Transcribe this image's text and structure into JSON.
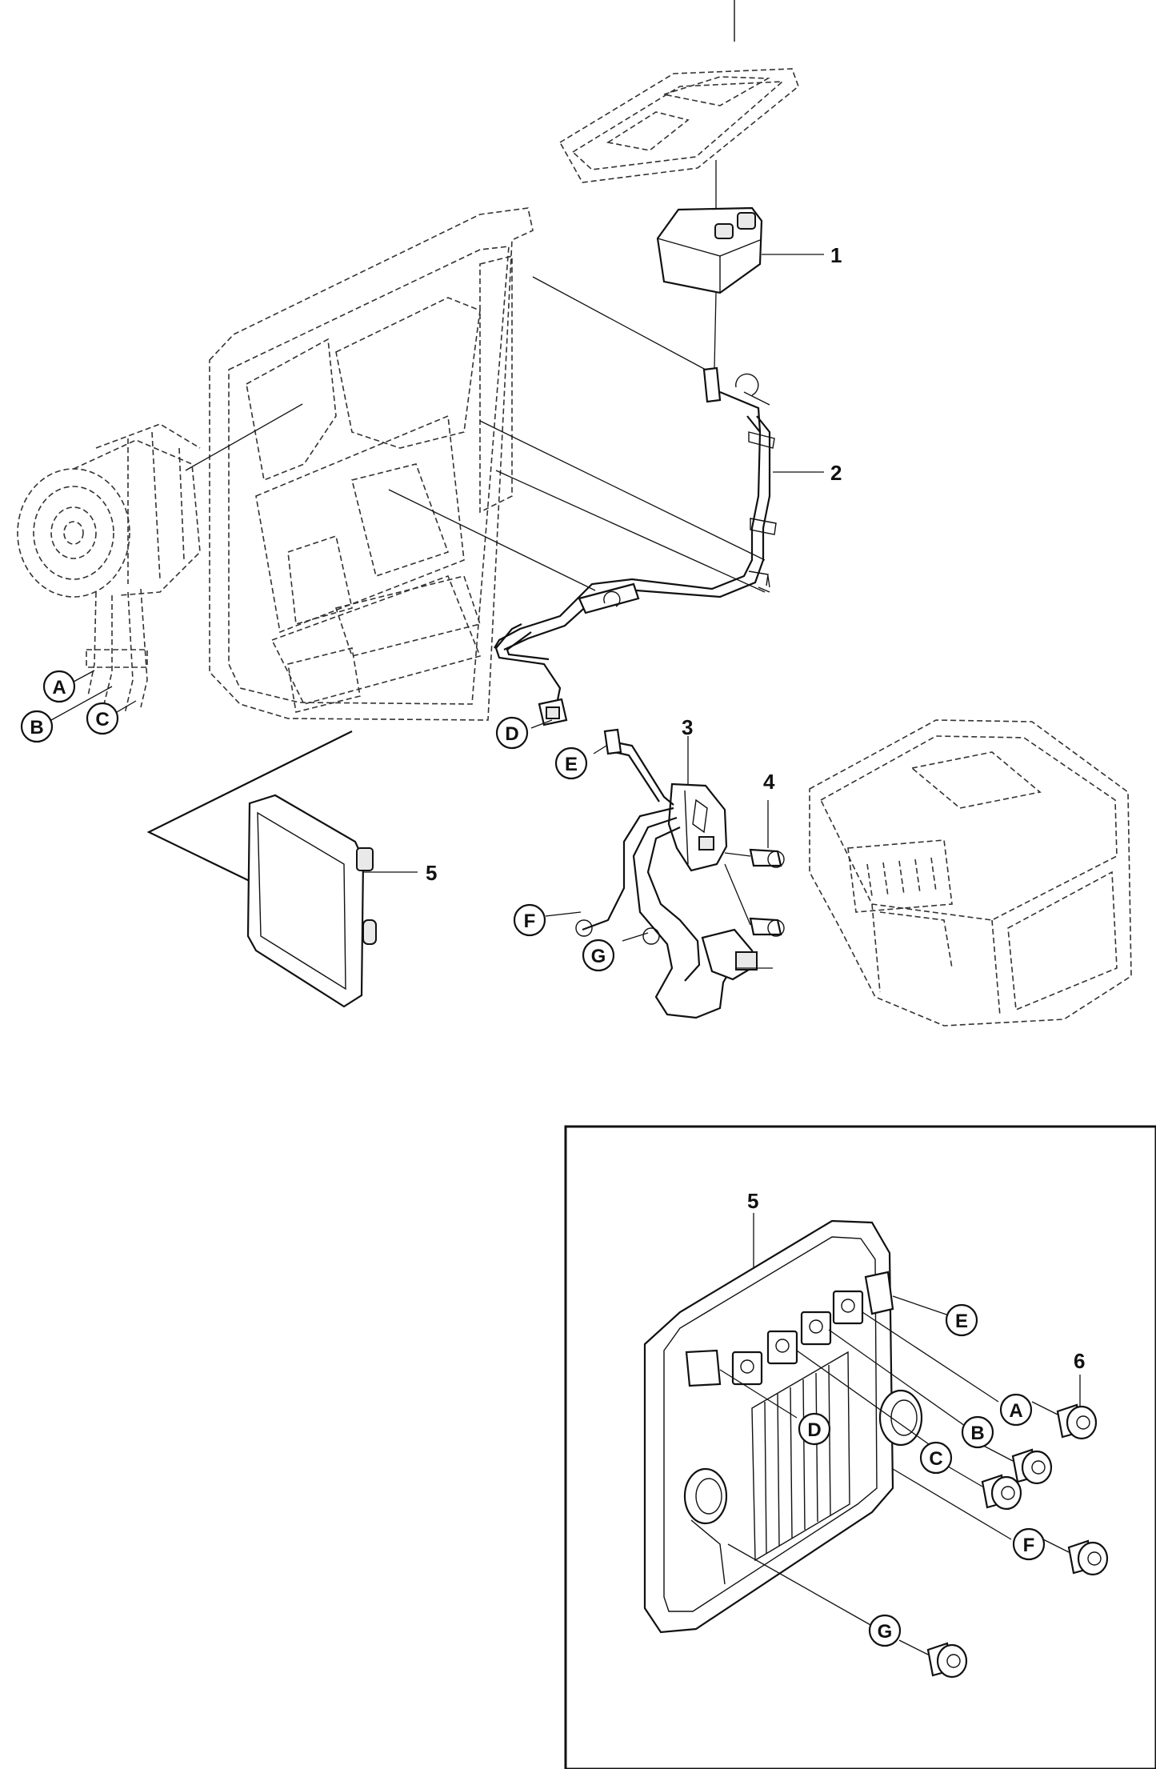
{
  "diagram": {
    "part_numbers": {
      "p1": "1",
      "p2": "2",
      "p3": "3",
      "p4": "4",
      "p5_main": "5",
      "p5_inset": "5",
      "p6": "6"
    },
    "connector_letters": {
      "A_main": "A",
      "B_main": "B",
      "C_main": "C",
      "D_main": "D",
      "E_main": "E",
      "F_main": "F",
      "G_main": "G",
      "E_inset": "E",
      "A_inset": "A",
      "D_inset": "D",
      "B_inset": "B",
      "C_inset": "C",
      "F_inset": "F",
      "G_inset": "G"
    }
  }
}
